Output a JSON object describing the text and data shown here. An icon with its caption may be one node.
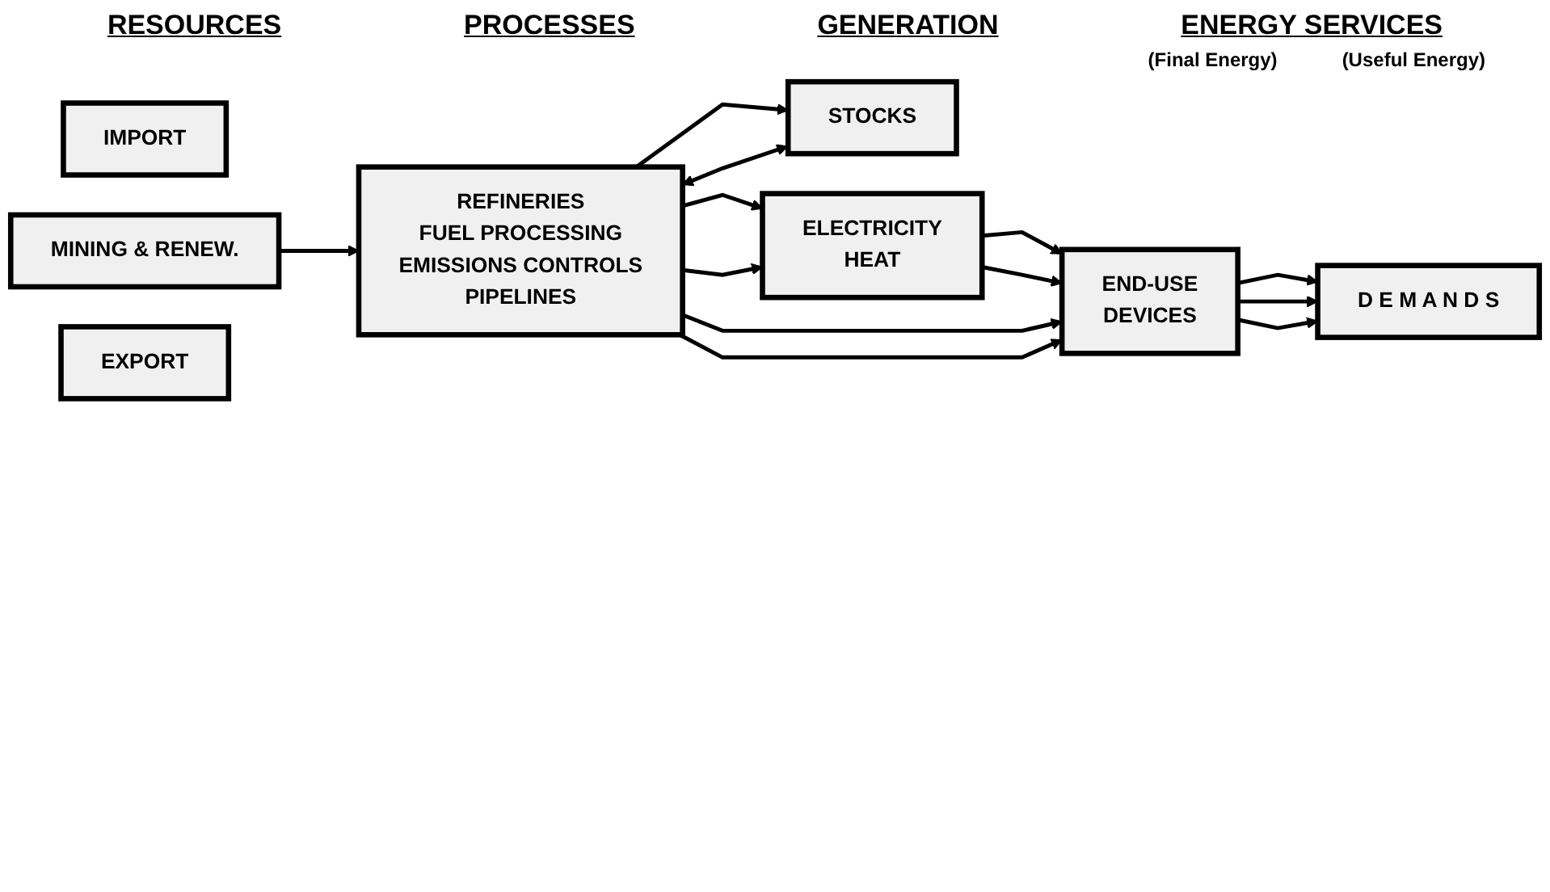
{
  "diagram": {
    "nodes": [
      {
        "text": [
          "IMPORT"
        ]
      },
      {
        "text": [
          "MINING & RENEW."
        ]
      },
      {
        "text": [
          "EXPORT"
        ]
      },
      {
        "text": [
          "STOCKS"
        ]
      },
      {
        "text": [
          "REFINERIES",
          "FUEL PROCESSING",
          "EMISSIONS CONTROLS",
          "PIPELINES"
        ]
      },
      {
        "text": [
          "ELECTRICITY",
          "HEAT"
        ]
      },
      {
        "text": [
          "END-USE",
          "DEVICES"
        ]
      },
      {
        "text": [
          "D E M A N D S"
        ]
      }
    ],
    "edges": [
      {
        "from": 1,
        "to": 4,
        "arrow": "to"
      },
      {
        "from": 3,
        "to": 4,
        "arrow": "both"
      },
      {
        "from": 4,
        "to": 3,
        "arrow": "to"
      },
      {
        "from": 4,
        "to": 5,
        "arrow": "to"
      },
      {
        "from": 4,
        "to": 5,
        "arrow": "to"
      },
      {
        "from": 5,
        "to": 6,
        "arrow": "to"
      },
      {
        "from": 5,
        "to": 6,
        "arrow": "to"
      },
      {
        "from": 4,
        "to": 6,
        "arrow": "to"
      },
      {
        "from": 4,
        "to": 6,
        "arrow": "to"
      },
      {
        "from": 6,
        "to": 7,
        "arrow": "to"
      },
      {
        "from": 6,
        "to": 7,
        "arrow": "to"
      },
      {
        "from": 6,
        "to": 7,
        "arrow": "to"
      }
    ],
    "labels": [
      "RESOURCES",
      "PROCESSES",
      "GENERATION",
      "ENERGY SERVICES",
      "(Final Energy)",
      "(Useful Energy)"
    ]
  }
}
